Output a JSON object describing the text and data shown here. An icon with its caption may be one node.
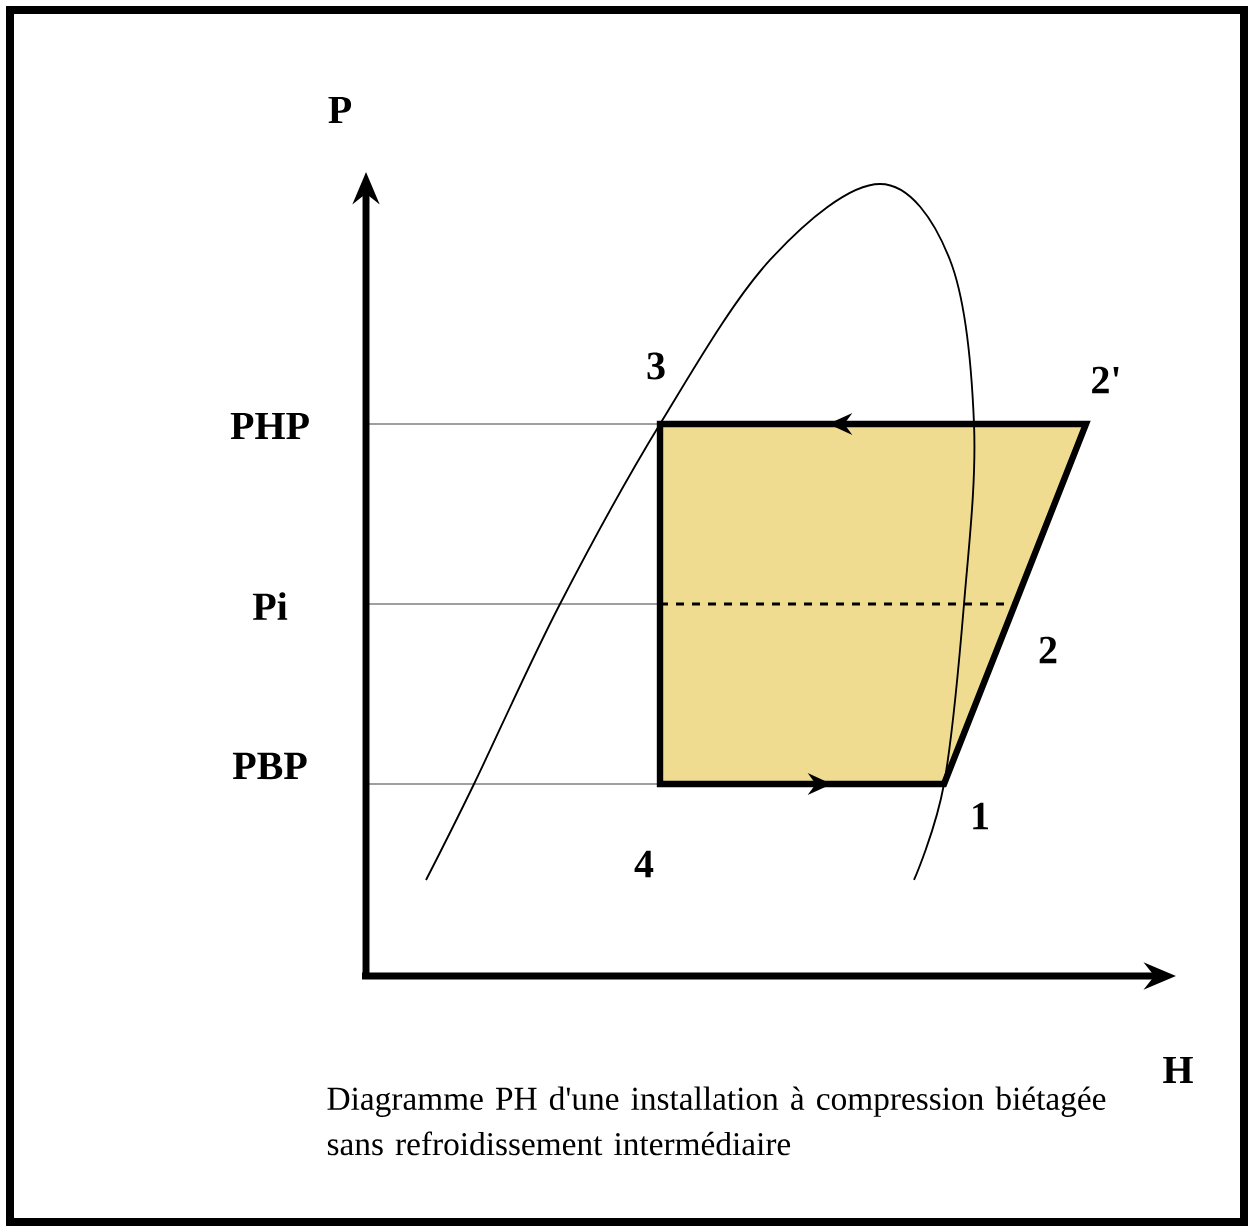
{
  "diagram": {
    "caption": "Diagramme PH d'une installation à compression biétagée sans refroidissement intermédiaire",
    "labels": [
      "P",
      "3",
      "2'",
      "PHP",
      "Pi",
      "2",
      "PBP",
      "1",
      "4",
      "H"
    ]
  }
}
